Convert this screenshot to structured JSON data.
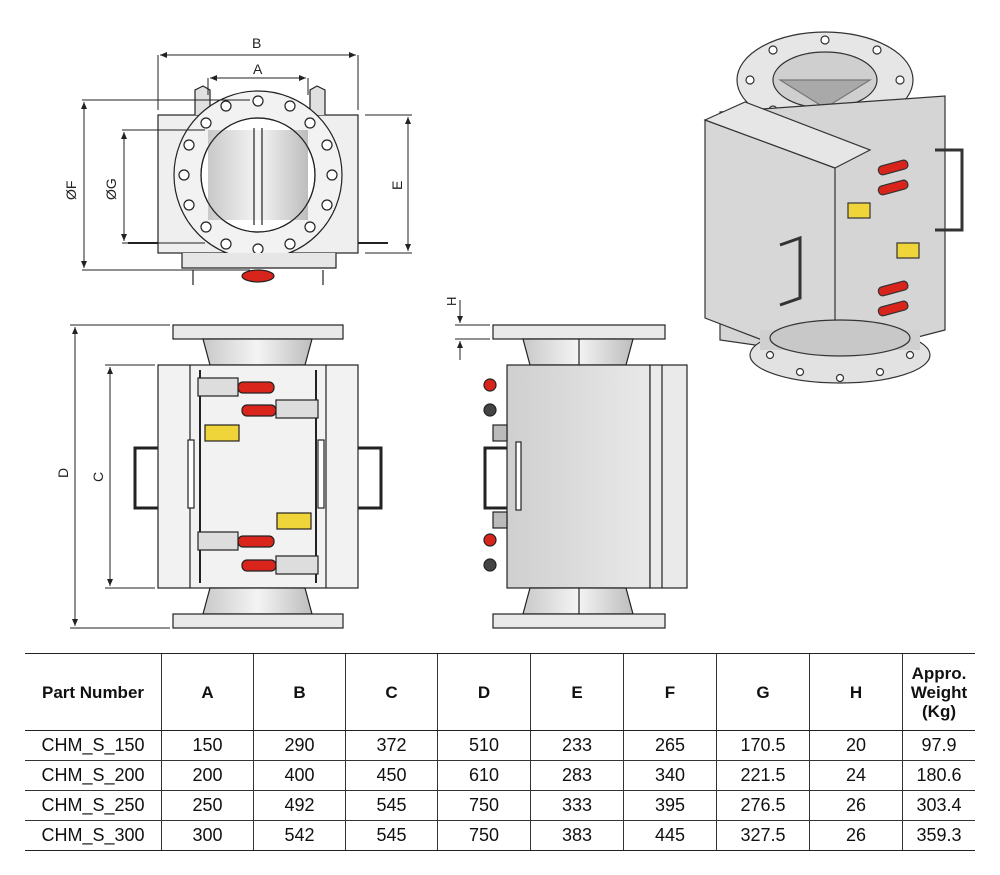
{
  "drawing": {
    "dimension_labels": {
      "A": "A",
      "B": "B",
      "C": "C",
      "D": "D",
      "E": "E",
      "F": "ØF",
      "G": "ØG",
      "H": "H"
    }
  },
  "table": {
    "headers": [
      "Part Number",
      "A",
      "B",
      "C",
      "D",
      "E",
      "F",
      "G",
      "H",
      "Appro. Weight (Kg)"
    ],
    "rows": [
      [
        "CHM_S_150",
        "150",
        "290",
        "372",
        "510",
        "233",
        "265",
        "170.5",
        "20",
        "97.9"
      ],
      [
        "CHM_S_200",
        "200",
        "400",
        "450",
        "610",
        "283",
        "340",
        "221.5",
        "24",
        "180.6"
      ],
      [
        "CHM_S_250",
        "250",
        "492",
        "545",
        "750",
        "333",
        "395",
        "276.5",
        "26",
        "303.4"
      ],
      [
        "CHM_S_300",
        "300",
        "542",
        "545",
        "750",
        "383",
        "445",
        "327.5",
        "26",
        "359.3"
      ]
    ]
  },
  "colors": {
    "steel": "#e6e6e6",
    "steel_dark": "#b9b9b9",
    "handle_red": "#d9241c",
    "label_yellow": "#f0d53a",
    "line": "#222222"
  }
}
